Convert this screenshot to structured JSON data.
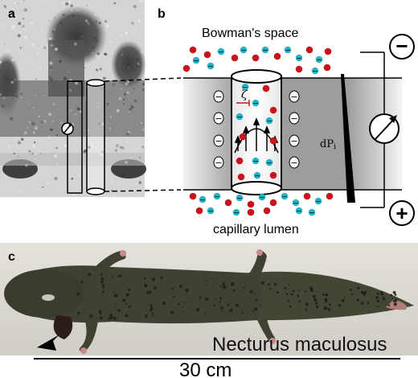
{
  "panels": {
    "a": {
      "label": "a"
    },
    "b": {
      "label": "b",
      "top_region": "Bowman's space",
      "bottom_region": "capillary lumen",
      "zeta_symbol": "ζ",
      "pressure_label": "dP",
      "pressure_subscript": "i",
      "minus_sign": "−",
      "plus_sign": "+",
      "ion_minus": "−",
      "colors": {
        "cation": "#c8151c",
        "anion": "#22b3c4",
        "membrane": "#8f8f8f"
      }
    },
    "c": {
      "label": "c",
      "species": "Necturus maculosus",
      "scale_text": "30 cm",
      "colors": {
        "background": "#dcdad3",
        "animal": "#3f4232"
      }
    }
  }
}
